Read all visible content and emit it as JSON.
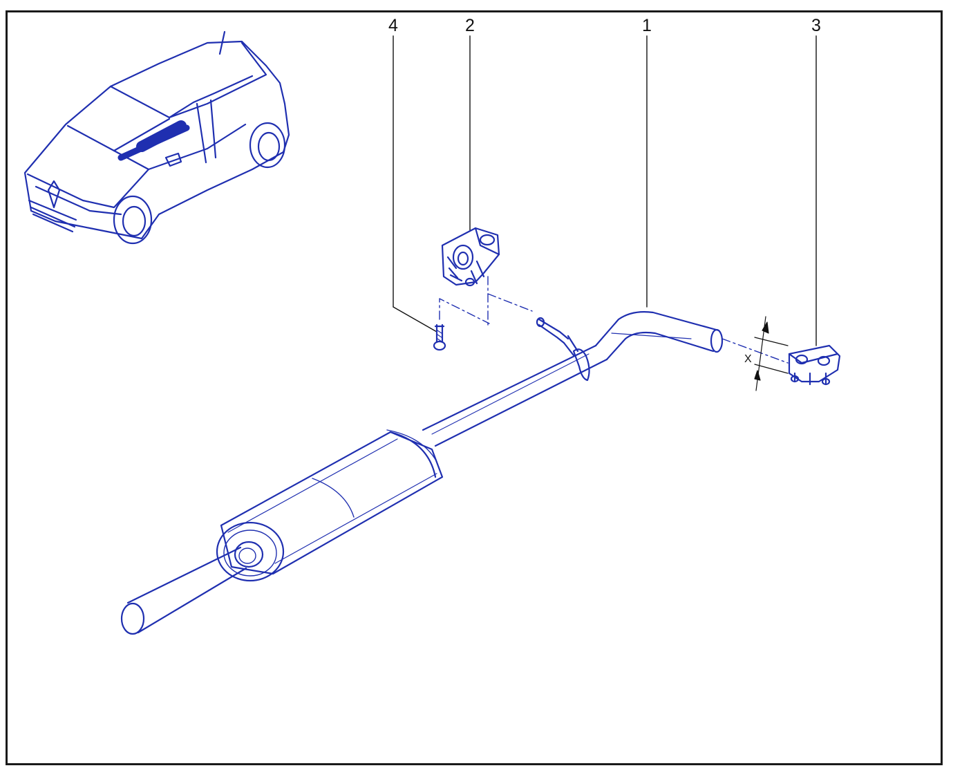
{
  "diagram": {
    "callouts": [
      {
        "id": "1",
        "label": "1"
      },
      {
        "id": "2",
        "label": "2"
      },
      {
        "id": "3",
        "label": "3"
      },
      {
        "id": "4",
        "label": "4"
      }
    ],
    "dimension_label": "X"
  },
  "colors": {
    "ink": "#1f2fb0",
    "fill": "#ffffff",
    "frame": "#1a1a1a",
    "text": "#111111"
  }
}
